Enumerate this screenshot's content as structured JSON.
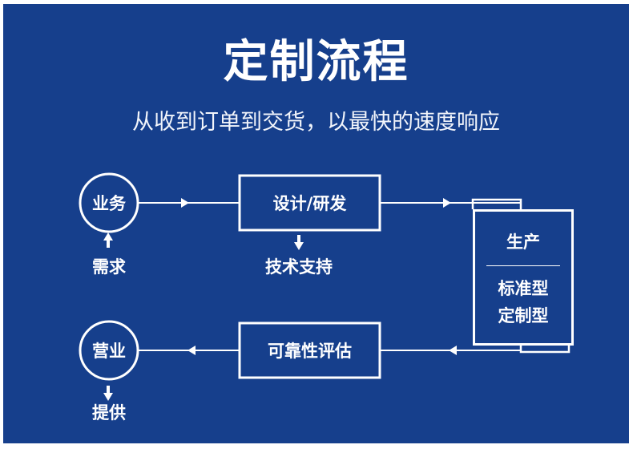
{
  "title": "定制流程",
  "subtitle": "从收到订单到交货，以最快的速度响应",
  "nodes": {
    "business": "业务",
    "design": "设计/研发",
    "production": {
      "title": "生产",
      "item1": "标准型",
      "item2": "定制型"
    },
    "reliability": "可靠性评估",
    "sales": "营业"
  },
  "labels": {
    "demand": "需求",
    "tech_support": "技术支持",
    "supply": "提供"
  },
  "colors": {
    "background": "#163f8c",
    "foreground": "#ffffff"
  }
}
